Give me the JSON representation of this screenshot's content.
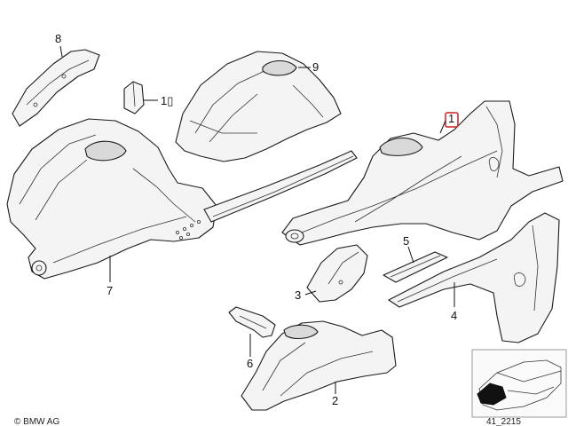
{
  "callouts": [
    {
      "id": "8",
      "label": "8"
    },
    {
      "id": "10",
      "label": "1▯"
    },
    {
      "id": "9",
      "label": "9"
    },
    {
      "id": "7",
      "label": "7"
    },
    {
      "id": "1",
      "label": "1"
    },
    {
      "id": "5",
      "label": "5"
    },
    {
      "id": "3",
      "label": "3"
    },
    {
      "id": "4",
      "label": "4"
    },
    {
      "id": "6",
      "label": "6"
    },
    {
      "id": "2",
      "label": "2"
    }
  ],
  "footer": {
    "copyright": "© BMW AG",
    "diagram_number": "41_2215"
  },
  "colors": {
    "highlight": "#d21f1f",
    "outline": "#1a1a1a"
  }
}
